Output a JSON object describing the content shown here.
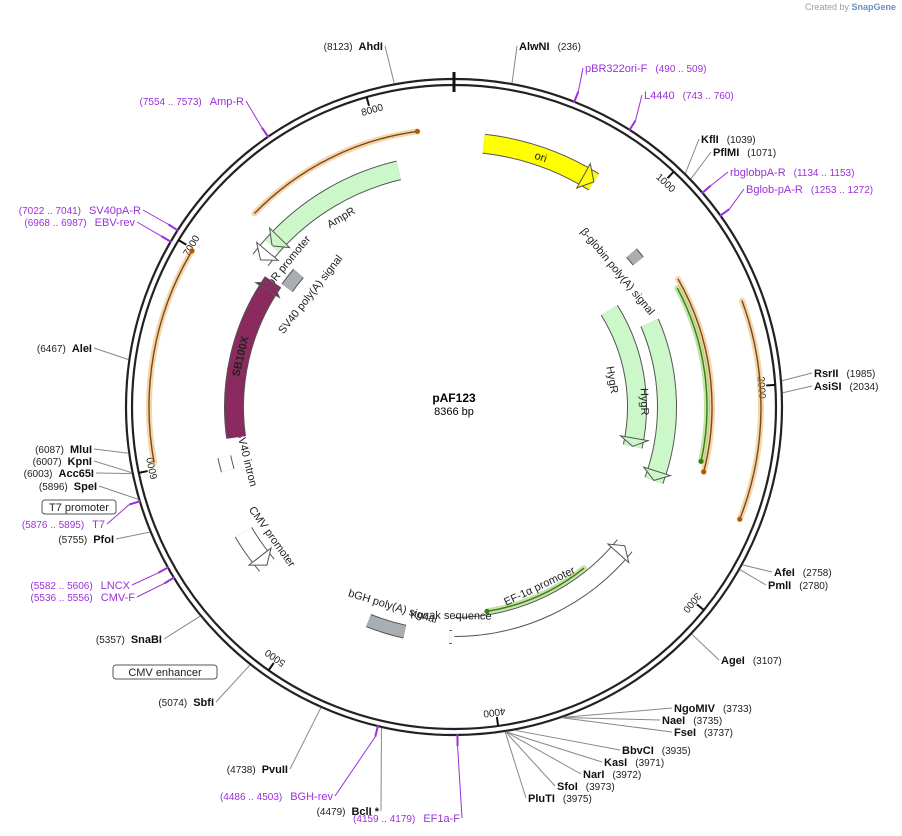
{
  "credit": {
    "prefix": "Created by",
    "brand": "SnapGene"
  },
  "plasmid": {
    "name": "pAF123",
    "size": "8366 bp",
    "length": 8366
  },
  "ticks": [
    {
      "pos": 1000,
      "label": "1000"
    },
    {
      "pos": 2000,
      "label": "2000"
    },
    {
      "pos": 3000,
      "label": "3000"
    },
    {
      "pos": 4000,
      "label": "4000"
    },
    {
      "pos": 5000,
      "label": "5000"
    },
    {
      "pos": 6000,
      "label": "6000"
    },
    {
      "pos": 7000,
      "label": "7000"
    },
    {
      "pos": 8000,
      "label": "8000"
    }
  ],
  "enzymes": [
    {
      "name": "AhdI",
      "pos": "(8123)",
      "site": 8123,
      "side": "left"
    },
    {
      "name": "AlwNI",
      "pos": "(236)",
      "site": 236,
      "side": "right"
    },
    {
      "name": "KflI",
      "pos": "(1039)",
      "site": 1039,
      "side": "right"
    },
    {
      "name": "PflMI",
      "pos": "(1071)",
      "site": 1071,
      "side": "right"
    },
    {
      "name": "RsrII",
      "pos": "(1985)",
      "site": 1985,
      "side": "right"
    },
    {
      "name": "AsiSI",
      "pos": "(2034)",
      "site": 2034,
      "side": "right"
    },
    {
      "name": "AfeI",
      "pos": "(2758)",
      "site": 2758,
      "side": "right"
    },
    {
      "name": "PmlI",
      "pos": "(2780)",
      "site": 2780,
      "side": "right"
    },
    {
      "name": "AgeI",
      "pos": "(3107)",
      "site": 3107,
      "side": "right"
    },
    {
      "name": "NgoMIV",
      "pos": "(3733)",
      "site": 3733,
      "side": "right"
    },
    {
      "name": "NaeI",
      "pos": "(3735)",
      "site": 3735,
      "side": "right"
    },
    {
      "name": "FseI",
      "pos": "(3737)",
      "site": 3737,
      "side": "right"
    },
    {
      "name": "BbvCI",
      "pos": "(3935)",
      "site": 3935,
      "side": "right"
    },
    {
      "name": "KasI",
      "pos": "(3971)",
      "site": 3971,
      "side": "right"
    },
    {
      "name": "NarI",
      "pos": "(3972)",
      "site": 3972,
      "side": "right"
    },
    {
      "name": "SfoI",
      "pos": "(3973)",
      "site": 3973,
      "side": "right"
    },
    {
      "name": "PluTI",
      "pos": "(3975)",
      "site": 3975,
      "side": "right"
    },
    {
      "name": "BclI *",
      "pos": "(4479)",
      "site": 4479,
      "side": "left"
    },
    {
      "name": "PvuII",
      "pos": "(4738)",
      "site": 4738,
      "side": "left"
    },
    {
      "name": "SbfI",
      "pos": "(5074)",
      "site": 5074,
      "side": "left"
    },
    {
      "name": "SnaBI",
      "pos": "(5357)",
      "site": 5357,
      "side": "left"
    },
    {
      "name": "PfoI",
      "pos": "(5755)",
      "site": 5755,
      "side": "left"
    },
    {
      "name": "SpeI",
      "pos": "(5896)",
      "site": 5896,
      "side": "left"
    },
    {
      "name": "Acc65I",
      "pos": "(6003)",
      "site": 6003,
      "side": "left"
    },
    {
      "name": "KpnI",
      "pos": "(6007)",
      "site": 6007,
      "side": "left"
    },
    {
      "name": "MluI",
      "pos": "(6087)",
      "site": 6087,
      "side": "left"
    },
    {
      "name": "AleI",
      "pos": "(6467)",
      "site": 6467,
      "side": "left"
    }
  ],
  "primers": [
    {
      "name": "pBR322ori-F",
      "range": "(490 .. 509)",
      "site": 500,
      "side": "right"
    },
    {
      "name": "L4440",
      "range": "(743 .. 760)",
      "site": 752,
      "side": "right"
    },
    {
      "name": "rbglobpA-R",
      "range": "(1134 .. 1153)",
      "site": 1144,
      "side": "right"
    },
    {
      "name": "Bglob-pA-R",
      "range": "(1253 .. 1272)",
      "site": 1262,
      "side": "right"
    },
    {
      "name": "EF1a-F",
      "range": "(4159 .. 4179)",
      "site": 4169,
      "side": "left"
    },
    {
      "name": "BGH-rev",
      "range": "(4486 .. 4503)",
      "site": 4495,
      "side": "left"
    },
    {
      "name": "CMV-F",
      "range": "(5536 .. 5556)",
      "site": 5546,
      "side": "left"
    },
    {
      "name": "LNCX",
      "range": "(5582 .. 5606)",
      "site": 5594,
      "side": "left"
    },
    {
      "name": "T7",
      "range": "(5876 .. 5895)",
      "site": 5886,
      "side": "left"
    },
    {
      "name": "EBV-rev",
      "range": "(6968 .. 6987)",
      "site": 6978,
      "side": "left"
    },
    {
      "name": "SV40pA-R",
      "range": "(7022 .. 7041)",
      "site": 7032,
      "side": "left"
    },
    {
      "name": "Amp-R",
      "range": "(7554 .. 7573)",
      "site": 7564,
      "side": "left"
    }
  ],
  "boxed_labels": [
    {
      "name": "T7 promoter"
    },
    {
      "name": "CMV enhancer"
    }
  ],
  "features": [
    {
      "name": "ori",
      "type": "arrow",
      "start": 150,
      "end": 740,
      "dir": "cw",
      "color": "#ffff00",
      "label_inside": true
    },
    {
      "name": "AmpR",
      "type": "arrow",
      "start": 7240,
      "end": 8060,
      "dir": "ccw",
      "color": "#ccf7c8"
    },
    {
      "name": "AmpR promoter",
      "type": "arrow",
      "start": 7140,
      "end": 7240,
      "dir": "ccw",
      "color": "#ffffff"
    },
    {
      "name": "β-globin poly(A) signal",
      "type": "box",
      "start": 1140,
      "end": 1200,
      "color": "#a9aeb3"
    },
    {
      "name": "HygR",
      "type": "arrow",
      "start": 1350,
      "end": 2380,
      "dir": "cw",
      "color": "#ccf7c8"
    },
    {
      "name": "HygR",
      "type": "arrow",
      "start": 1550,
      "end": 2560,
      "dir": "cw",
      "color": "#ccf7c8"
    },
    {
      "name": "EF-1α promoter",
      "type": "arrow",
      "start": 3000,
      "end": 4180,
      "dir": "ccw",
      "color": "#ffffff"
    },
    {
      "name": "Kozak sequence",
      "type": "box",
      "start": 4195,
      "end": 4210,
      "color": "#ffffff"
    },
    {
      "name": "bGH poly(A) signal",
      "type": "box",
      "start": 4470,
      "end": 4690,
      "color": "#a9aeb3"
    },
    {
      "name": "CMV promoter",
      "type": "arrow",
      "start": 5340,
      "end": 5560,
      "dir": "ccw",
      "color": "#ffffff"
    },
    {
      "name": "SV40 intron",
      "type": "box",
      "start": 5910,
      "end": 5990,
      "color": "#ffffff"
    },
    {
      "name": "SB100X",
      "type": "arrow",
      "start": 6090,
      "end": 7080,
      "dir": "cw",
      "color": "#8b2a5e",
      "label_inside": true
    },
    {
      "name": "SV40 poly(A) signal",
      "type": "box",
      "start": 7100,
      "end": 7220,
      "color": "#a9aeb3"
    }
  ],
  "orfs": [
    {
      "start": 7300,
      "end": 8190,
      "dir": "cw",
      "color": "#e6a24a"
    },
    {
      "start": 6030,
      "end": 6990,
      "dir": "cw",
      "color": "#e6a24a"
    },
    {
      "start": 1400,
      "end": 2430,
      "dir": "cw",
      "color": "#e6a24a"
    },
    {
      "start": 1620,
      "end": 2590,
      "dir": "cw",
      "color": "#e6a24a"
    },
    {
      "start": 3280,
      "end": 3970,
      "dir": "cw",
      "color": "#7ac142"
    },
    {
      "start": 1440,
      "end": 2380,
      "dir": "cw",
      "color": "#7ac142"
    }
  ],
  "colors": {
    "backbone": "#222222",
    "primer": "#9b30d9",
    "enzyme_line": "#888888"
  }
}
